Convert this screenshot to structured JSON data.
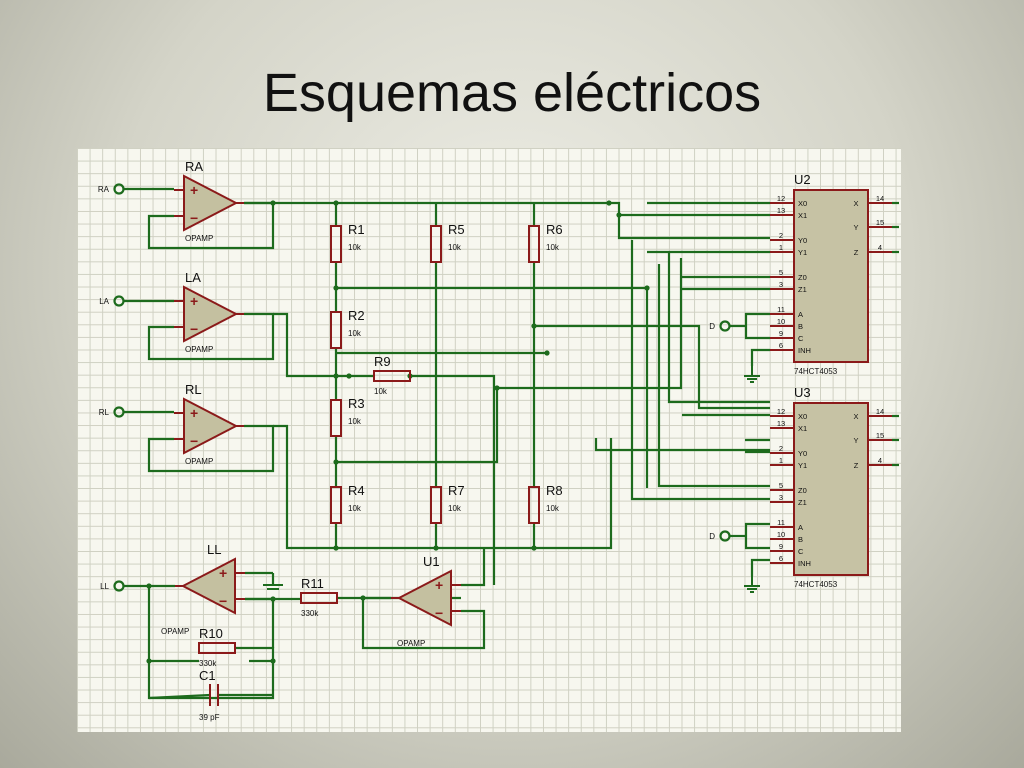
{
  "slide": {
    "title": "Esquemas eléctricos"
  },
  "inputs": {
    "ra": "RA",
    "la": "LA",
    "rl": "RL",
    "ll": "LL",
    "d1": "D",
    "d2": "D"
  },
  "opamps": {
    "ra": {
      "name": "RA",
      "type": "OPAMP"
    },
    "la": {
      "name": "LA",
      "type": "OPAMP"
    },
    "rl": {
      "name": "RL",
      "type": "OPAMP"
    },
    "ll": {
      "name": "LL",
      "type": "OPAMP"
    },
    "u1": {
      "name": "U1",
      "type": "OPAMP"
    }
  },
  "resistors": {
    "r1": {
      "name": "R1",
      "value": "10k"
    },
    "r2": {
      "name": "R2",
      "value": "10k"
    },
    "r3": {
      "name": "R3",
      "value": "10k"
    },
    "r4": {
      "name": "R4",
      "value": "10k"
    },
    "r5": {
      "name": "R5",
      "value": "10k"
    },
    "r6": {
      "name": "R6",
      "value": "10k"
    },
    "r7": {
      "name": "R7",
      "value": "10k"
    },
    "r8": {
      "name": "R8",
      "value": "10k"
    },
    "r9": {
      "name": "R9",
      "value": "10k"
    },
    "r10": {
      "name": "R10",
      "value": "330k"
    },
    "r11": {
      "name": "R11",
      "value": "330k"
    }
  },
  "capacitor": {
    "name": "C1",
    "value": "39 pF"
  },
  "chips": {
    "u2": {
      "name": "U2",
      "part": "74HCT4053"
    },
    "u3": {
      "name": "U3",
      "part": "74HCT4053"
    }
  },
  "chip_pins": {
    "left_numbers": [
      "12",
      "13",
      "2",
      "1",
      "5",
      "3",
      "11",
      "10",
      "9",
      "6"
    ],
    "left_names": [
      "X0",
      "X1",
      "Y0",
      "Y1",
      "Z0",
      "Z1",
      "A",
      "B",
      "C",
      "INH"
    ],
    "right_numbers": [
      "14",
      "15",
      "4"
    ],
    "right_names": [
      "X",
      "Y",
      "Z"
    ]
  },
  "symbols": {
    "plus": "+",
    "minus": "−"
  }
}
